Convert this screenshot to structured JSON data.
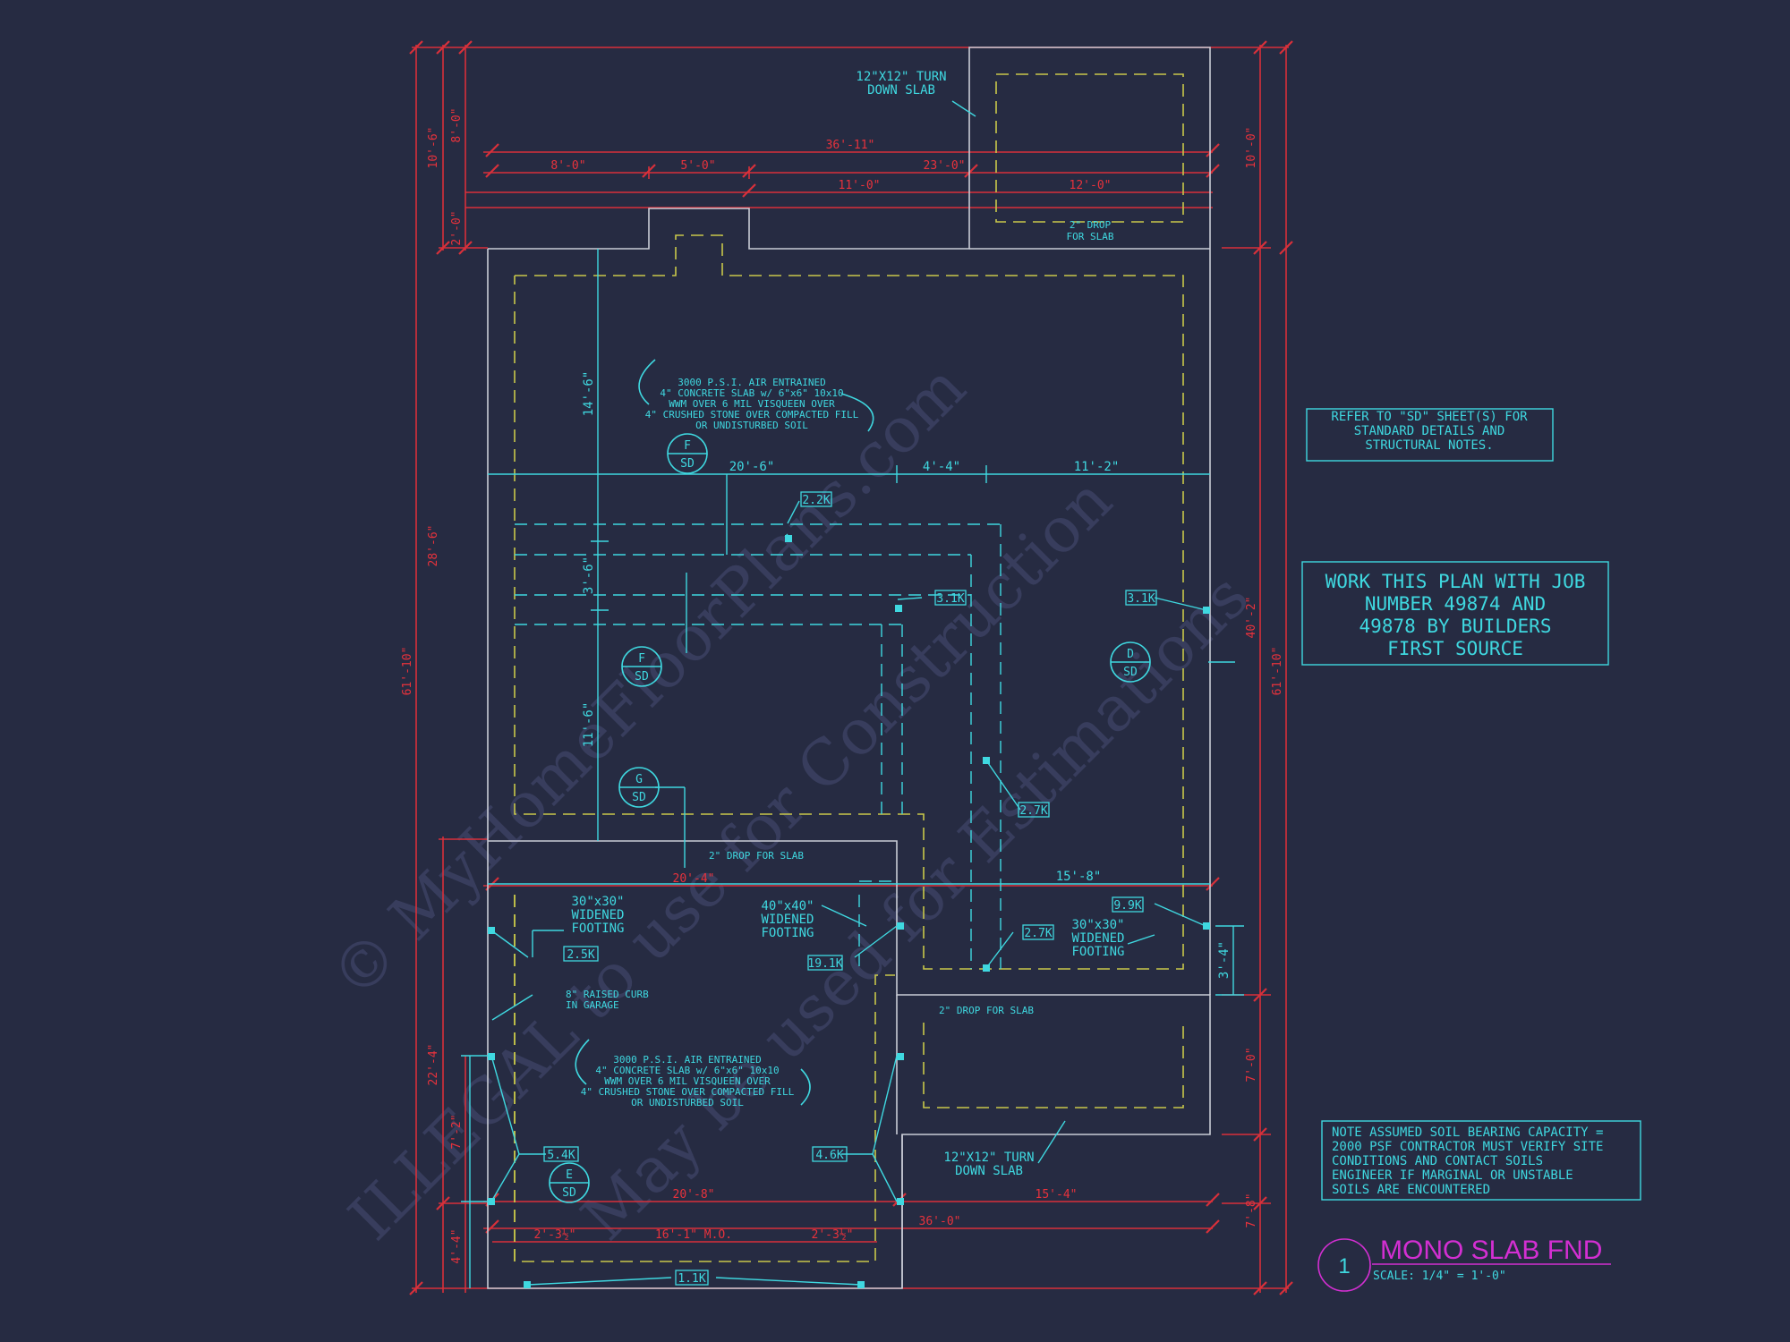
{
  "title": {
    "number": "1",
    "name": "MONO SLAB FND",
    "scale": "SCALE: 1/4\" = 1'-0\""
  },
  "watermark": {
    "line1": "© MyHomeFloorPlans.com",
    "line2": "ILLEGAL to use for Construction",
    "line3": "May be used for Estimations"
  },
  "general_notes": {
    "refer_sd": [
      "REFER TO \"SD\" SHEET(S) FOR",
      "STANDARD DETAILS AND",
      "STRUCTURAL NOTES."
    ],
    "work_plan": [
      "WORK THIS PLAN WITH JOB",
      "NUMBER 49874 AND",
      "49878 BY BUILDERS",
      "FIRST SOURCE"
    ],
    "soil": [
      "NOTE ASSUMED SOIL BEARING CAPACITY =",
      "2000 PSF CONTRACTOR MUST VERIFY SITE",
      "CONDITIONS AND CONTACT SOILS",
      "ENGINEER IF MARGINAL OR UNSTABLE",
      "SOILS ARE ENCOUNTERED"
    ]
  },
  "callouts": {
    "turn_down_top": [
      "12\"X12\" TURN",
      "DOWN SLAB"
    ],
    "turn_down_bottom": [
      "12\"X12\" TURN",
      "DOWN SLAB"
    ],
    "drop_top": [
      "2\" DROP",
      "FOR SLAB"
    ],
    "drop_mid": "2\" DROP FOR SLAB",
    "drop_low": "2\" DROP FOR SLAB",
    "slab_house": [
      "3000 P.S.I. AIR ENTRAINED",
      "4\" CONCRETE SLAB w/ 6\"x6\" 10x10",
      "WWM OVER 6 MIL VISQUEEN OVER",
      "4\" CRUSHED STONE OVER COMPACTED FILL",
      "OR UNDISTURBED SOIL"
    ],
    "slab_garage": [
      "3000 P.S.I. AIR ENTRAINED",
      "4\" CONCRETE SLAB w/ 6\"x6\" 10x10",
      "WWM OVER 6 MIL VISQUEEN OVER",
      "4\" CRUSHED STONE OVER COMPACTED FILL",
      "OR UNDISTURBED SOIL"
    ],
    "footing_30_left": [
      "30\"x30\"",
      "WIDENED",
      "FOOTING"
    ],
    "footing_40": [
      "40\"x40\"",
      "WIDENED",
      "FOOTING"
    ],
    "footing_30_right": [
      "30\"x30\"",
      "WIDENED",
      "FOOTING"
    ],
    "raised_curb": [
      "8\" RAISED CURB",
      "IN GARAGE"
    ]
  },
  "loads": {
    "l22": "2.2K",
    "l31a": "3.1K",
    "l31b": "3.1K",
    "l27a": "2.7K",
    "l25": "2.5K",
    "l191": "19.1K",
    "l27b": "2.7K",
    "l99": "9.9K",
    "l54": "5.4K",
    "l46": "4.6K",
    "l11": "1.1K"
  },
  "sections": {
    "f1": {
      "letter": "F",
      "sheet": "SD"
    },
    "f2": {
      "letter": "F",
      "sheet": "SD"
    },
    "g": {
      "letter": "G",
      "sheet": "SD"
    },
    "d": {
      "letter": "D",
      "sheet": "SD"
    },
    "e": {
      "letter": "E",
      "sheet": "SD"
    }
  },
  "dimensions": {
    "overall_top": "36'-11\"",
    "top_8": "8'-0\"",
    "top_5": "5'-0\"",
    "top_23": "23'-0\"",
    "top_11": "11'-0\"",
    "top_12": "12'-0\"",
    "house_20_6": "20'-6\"",
    "house_4_4": "4'-4\"",
    "house_11_2": "11'-2\"",
    "garage_20_4": "20'-4\"",
    "right_15_8": "15'-8\"",
    "bottom_20_8": "20'-8\"",
    "bottom_15_4": "15'-4\"",
    "bottom_36_0": "36'-0\"",
    "door_2_3a": "2'-3½\"",
    "door_16_1": "16'-1\" M.O.",
    "door_2_3b": "2'-3½\"",
    "left_10_6": "10'-6\"",
    "left_8_0": "8'-0\"",
    "left_2_0": "2'-0\"",
    "left_28_6": "28'-6\"",
    "left_61_10": "61'-10\"",
    "left_22_4": "22'-4\"",
    "left_7_2": "7'-2\"",
    "left_4_4": "4'-4\"",
    "v_14_6": "14'-6\"",
    "v_3_6": "3'-6\"",
    "v_11_6": "11'-6\"",
    "right_10_0": "10'-0\"",
    "right_40_2": "40'-2\"",
    "right_61_10": "61'-10\"",
    "right_3_4": "3'-4\"",
    "right_7_0": "7'-0\"",
    "right_7_8": "7'-8\""
  }
}
